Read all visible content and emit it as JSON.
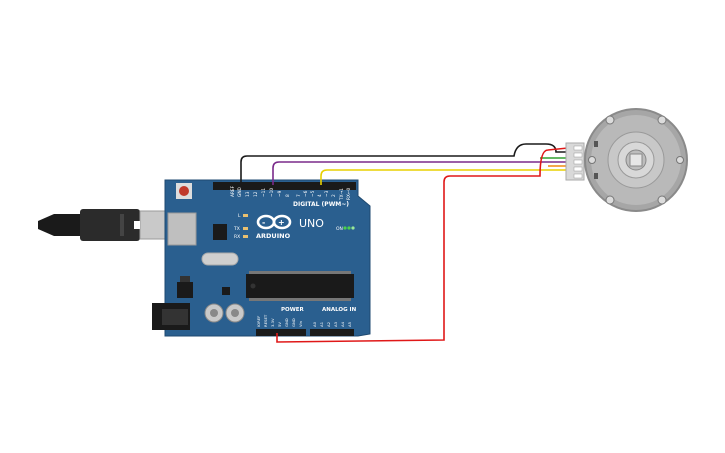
{
  "board": {
    "brand": "ARDUINO",
    "model": "UNO",
    "digital_label": "DIGITAL (PWM~)",
    "power_label": "POWER",
    "analog_label": "ANALOG IN",
    "on_label": "ON",
    "l_label": "L",
    "tx_label": "TX",
    "rx_label": "RX",
    "digital_pins": [
      "AREF",
      "GND",
      "13",
      "12",
      "~11",
      "~10",
      "~9",
      "8",
      "7",
      "~6",
      "~5",
      "4",
      "~3",
      "2",
      "TX→1",
      "RX←0"
    ],
    "power_pins": [
      "IOREF",
      "RESET",
      "3.3V",
      "5V",
      "GND",
      "GND",
      "Vin"
    ],
    "analog_pins": [
      "A0",
      "A1",
      "A2",
      "A3",
      "A4",
      "A5"
    ]
  },
  "colors": {
    "board": "#2a5f8f",
    "wire_black": "#1a1a1a",
    "wire_purple": "#7a2a8a",
    "wire_yellow": "#e8d000",
    "wire_red": "#e01818",
    "wire_green": "#30a030",
    "wire_orange": "#f08a10"
  },
  "icons": {
    "usb_cable": "usb-cable-icon",
    "encoder_motor": "encoder-motor-icon"
  }
}
